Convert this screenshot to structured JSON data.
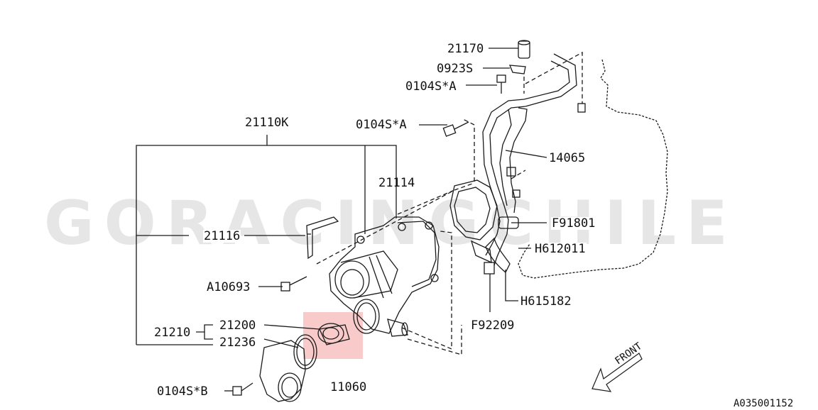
{
  "watermark": "GORACINGCHILE",
  "diagram_code": "A035001152",
  "front_label": "FRONT",
  "parts": {
    "p21170": "21170",
    "p0923S": "0923S",
    "p0104SA_top": "0104S*A",
    "p0104SA_mid": "0104S*A",
    "p14065": "14065",
    "p21110K": "21110K",
    "p21114": "21114",
    "p21116": "21116",
    "pF91801": "F91801",
    "pH612011": "H612011",
    "pA10693": "A10693",
    "pH615182": "H615182",
    "pF92209": "F92209",
    "p21200": "21200",
    "p21210": "21210",
    "p21236": "21236",
    "p0104SB": "0104S*B",
    "p11060": "11060"
  },
  "colors": {
    "line": "#1a1a1a",
    "highlight": "#f4a6a6",
    "watermark": "#e6e6e6"
  }
}
